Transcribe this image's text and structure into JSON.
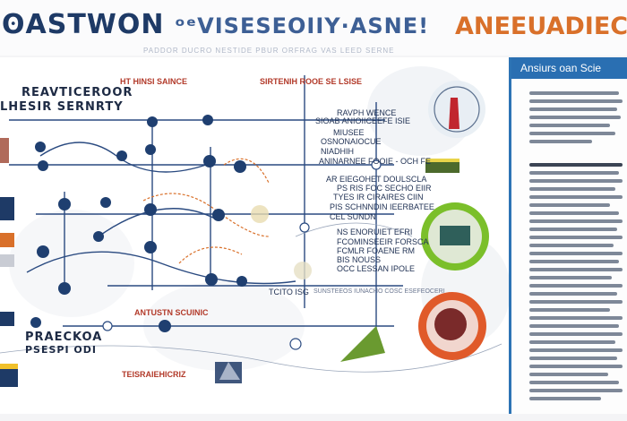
{
  "header": {
    "title_left": "ʘASTWON",
    "title_mid": "ᵒᵉVISESEOIIY·ASNE!",
    "title_right": "ANEEUADIEC",
    "subtitle": "PADDOR DUCRO NESTIDE PBUR ORFRAG VAS LEED SERNE"
  },
  "diagram": {
    "labels": {
      "heading_main_1": "REAVTICEROOR",
      "heading_main_2": "LHESIR SERNRTY",
      "top_label": "HT HINSI SAINCE",
      "top_label_2": "SIRTENIH ROOE SE LSISE",
      "mid_1": "RAVPH WENCE",
      "mid_2": "SIOAB ANIOIICEEFE ISIE",
      "mid_3": "MIUSEE",
      "mid_4": "OSNONAIOCUE",
      "mid_5": "NIADHIH",
      "mid_6": "ANINARNEE FOOIE - OCH FE",
      "list_1": "AR EIEGOHET DOULSCLA",
      "list_2": "PS RIS FOC SECHO EIIR",
      "list_3": "TYES IR CIRAIRES CIIN",
      "list_4": "PIS SCHNNDIN IEERBATEE",
      "list_5": "CEL SUNDN",
      "list_6": "NS ENORUIET EFRI",
      "list_7": "FCOMINSEEIR FORSCA",
      "list_8": "FCMLR FOAENE RM",
      "list_9": "BIS NOUSS",
      "list_10": "OCC LESSAN IPOLE",
      "side_label": "TCITO ISG",
      "bottom_mid": "SUNSTEEOS IUNACHO COSC ESEFEOCERI",
      "bottom_a": "ANTUSTN SCUINIC",
      "bottom_b": "PRAECKOA",
      "bottom_c": "PSESPI ODI",
      "bottom_d": "TEISRAIEHICRIZ"
    }
  },
  "panel": {
    "title": "Ansiurs oan Scie"
  },
  "colors": {
    "node": "#1f3f70",
    "line": "#2a4a80",
    "accent_orange": "#d9702a",
    "panel_blue": "#2a6fb2",
    "green_circle": "#7bbf2a",
    "orange_circle": "#e05a2a"
  }
}
